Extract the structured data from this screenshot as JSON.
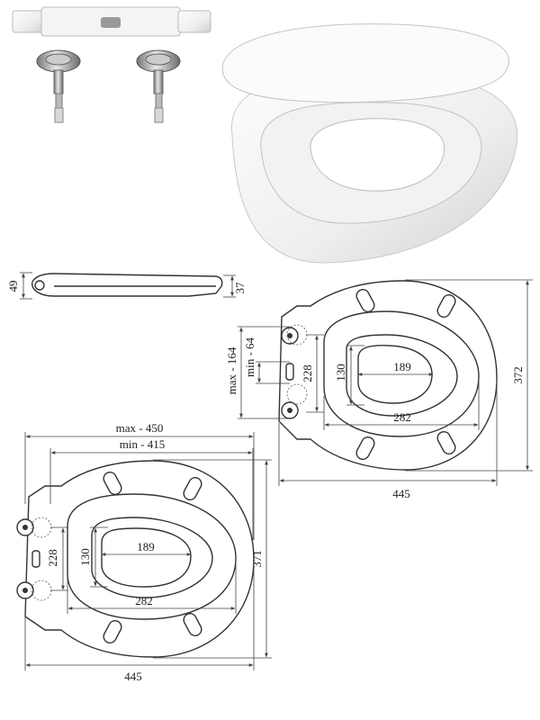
{
  "side_view": {
    "height_left": "49",
    "height_right": "37"
  },
  "top_right_plan": {
    "max_label": "max - 164",
    "min_label": "min - 64",
    "dim_228": "228",
    "dim_130": "130",
    "dim_189": "189",
    "dim_282": "282",
    "dim_372": "372",
    "dim_445": "445"
  },
  "bottom_left_plan": {
    "max_label": "max - 450",
    "min_label": "min - 415",
    "dim_228": "228",
    "dim_130": "130",
    "dim_189": "189",
    "dim_282": "282",
    "dim_371": "371",
    "dim_445": "445"
  }
}
